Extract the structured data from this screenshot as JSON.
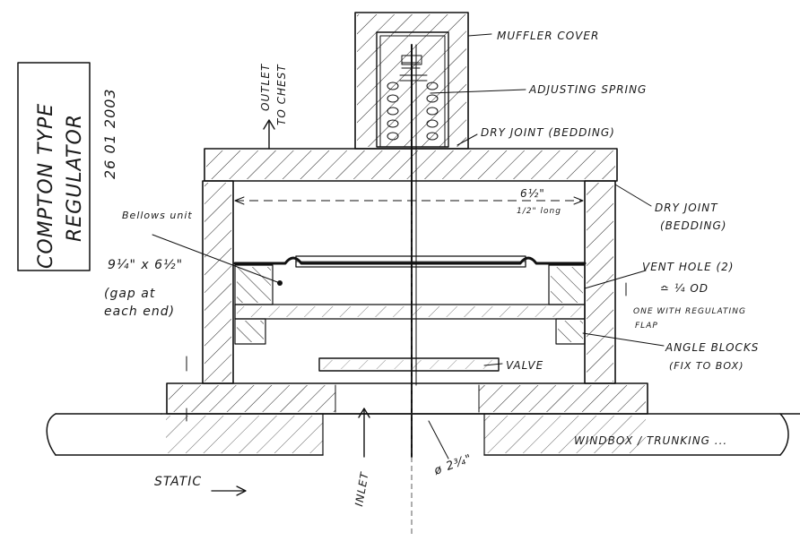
{
  "title_block": {
    "line1": "COMPTON TYPE",
    "line2": "REGULATOR",
    "date": "26 01 2003"
  },
  "labels": {
    "muffler_cover": "MUFFLER COVER",
    "adjusting_spring": "ADJUSTING SPRING",
    "dry_joint_top": "DRY JOINT (BEDDING)",
    "outlet": "OUTLET",
    "outlet_to": "TO CHEST",
    "dry_joint_side": "DRY JOINT",
    "dry_joint_side_sub": "(BEDDING)",
    "dim_width": "6½\"",
    "dim_width_sub": "1/2\" long",
    "bellows_unit": "Bellows unit",
    "bellows_size": "9¼\" x 6½\"",
    "gap_note_1": "(gap at",
    "gap_note_2": "each end)",
    "vent_hole": "VENT HOLE (2)",
    "vent_dia": "≏ ¼ OD",
    "vent_note_1": "ONE WITH REGULATING",
    "vent_note_2": "FLAP",
    "angle_blocks": "ANGLE BLOCKS",
    "angle_blocks_sub": "(FIX TO BOX)",
    "valve": "VALVE",
    "windbox": "WINDBOX / TRUNKING ...",
    "static": "STATIC",
    "inlet": "INLET",
    "inlet_dia": "ø 2¾\""
  }
}
